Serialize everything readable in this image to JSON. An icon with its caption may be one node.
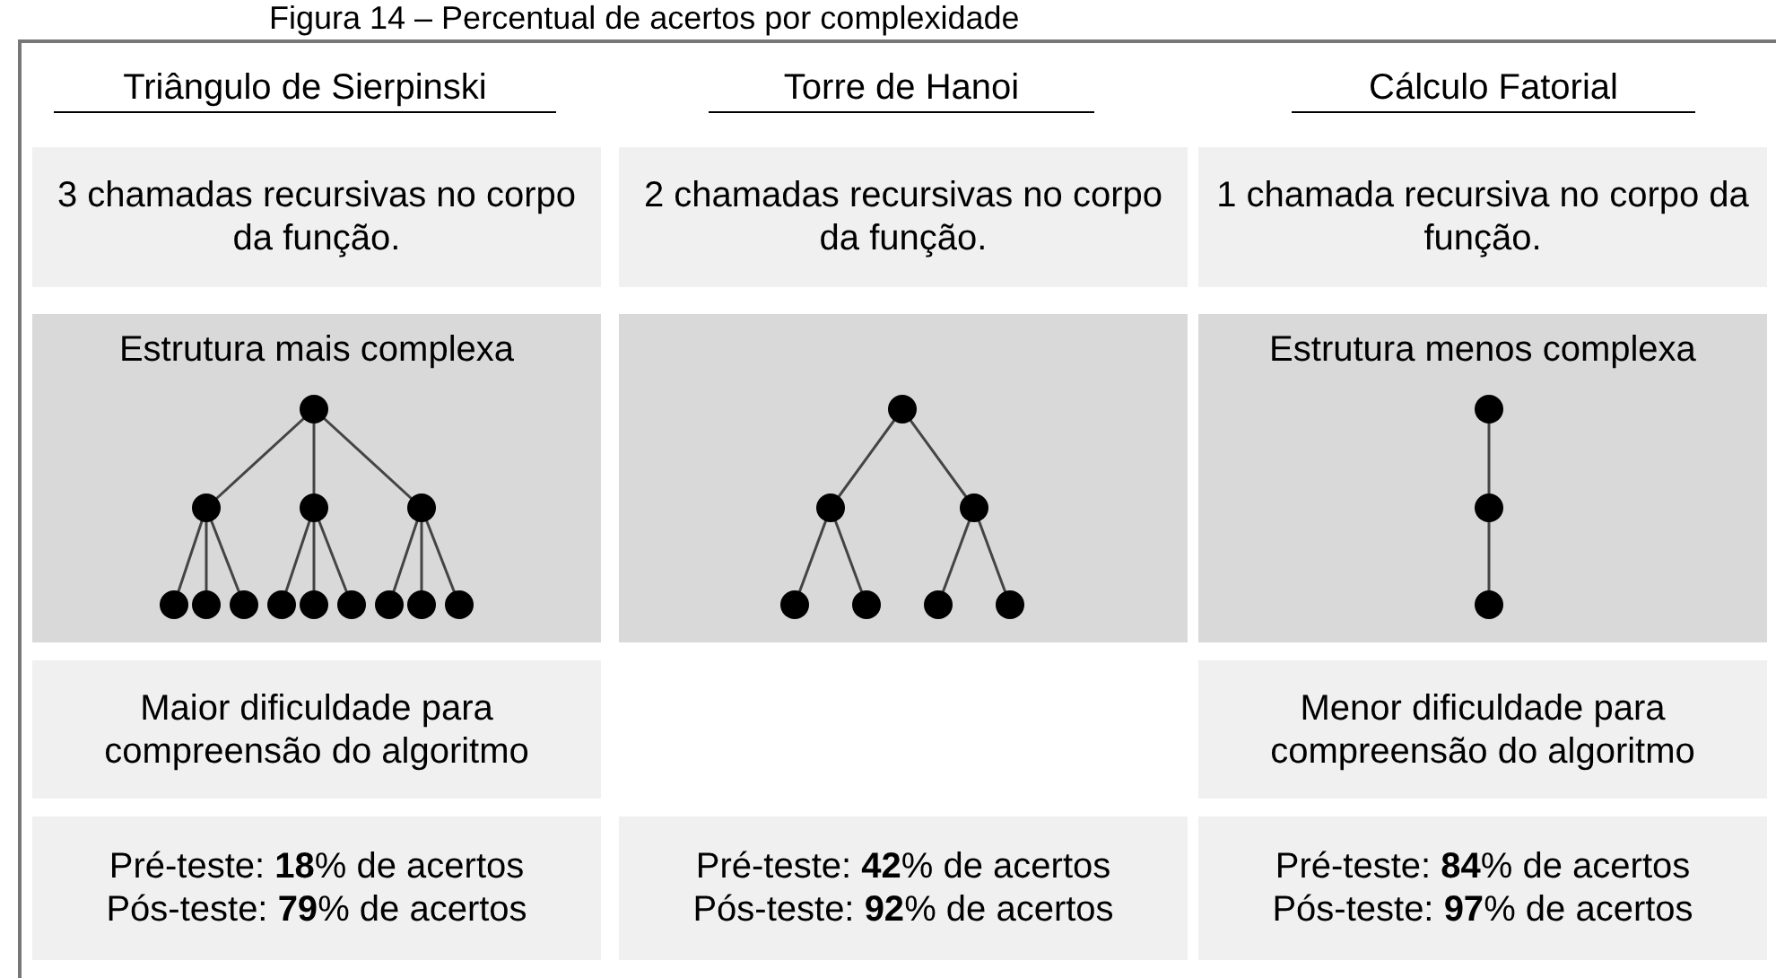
{
  "diagram": {
    "title": "Figura 14 – Percentual de acertos por complexidade",
    "labels": [
      "Triângulo de Sierpinski",
      "Torre de Hanoi",
      "Cálculo Fatorial",
      "3 chamadas recursivas no corpo da função.",
      "2 chamadas recursivas no corpo da função.",
      "1 chamada recursiva no corpo da função.",
      "Estrutura mais complexa",
      "Estrutura menos complexa",
      "Maior dificuldade para compreensão do algoritmo",
      "Menor dificuldade para compreensão do algoritmo",
      "Pré-teste: **18**% de acertos",
      "Pós-teste: **79**% de acertos",
      "Pré-teste: **42**% de acertos",
      "Pós-teste: **92**% de acertos",
      "Pré-teste: **84**% de acertos",
      "Pós-teste: **97**% de acertos"
    ]
  }
}
